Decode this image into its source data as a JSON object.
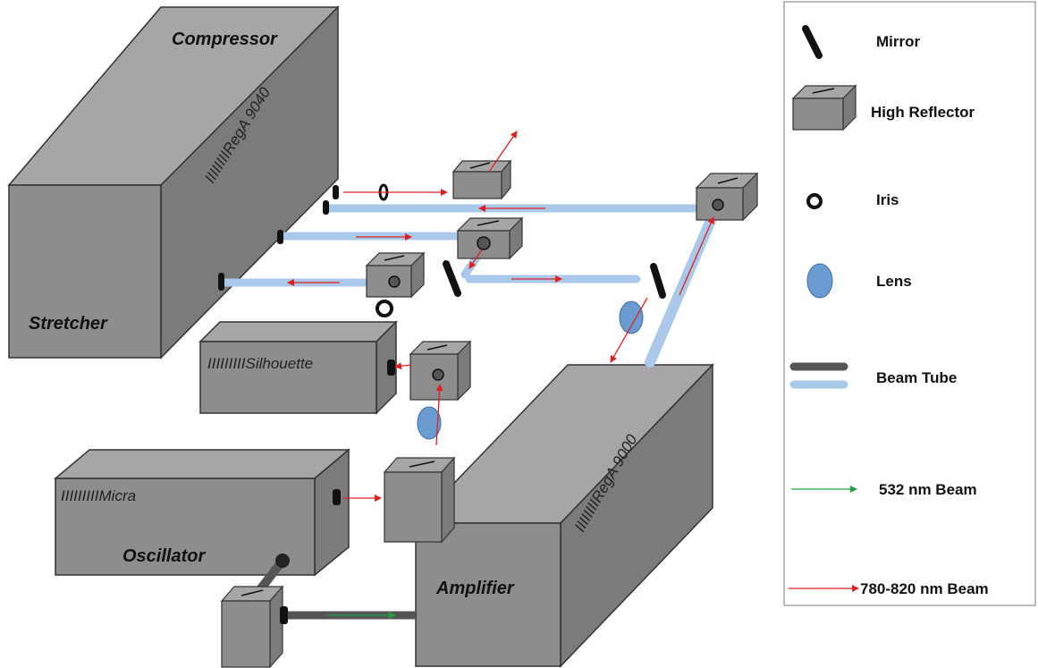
{
  "colors": {
    "box_front": "#8a8a8a",
    "box_top": "#a6a6a6",
    "box_side": "#6e6e6e",
    "beam_tube": "#a9c8ea",
    "beam_tube_dark": "#555555",
    "red_beam": "#e02020",
    "green_beam": "#20a040",
    "lens": "#6a9bd1"
  },
  "units": {
    "compressor_label": "Compressor",
    "stretcher_label": "Stretcher",
    "rega9040_label": "IIIIIIIIRegA 9040",
    "silhouette_label": "IIIIIIIIISilhouette",
    "micra_label": "IIIIIIIIIMicra",
    "oscillator_label": "Oscillator",
    "rega9000_label": "IIIIIIIIRegA 9000",
    "amplifier_label": "Amplifier"
  },
  "legend": {
    "items": [
      {
        "label": "Mirror",
        "icon": "mirror-icon"
      },
      {
        "label": "High Reflector",
        "icon": "high-reflector-icon"
      },
      {
        "label": "Iris",
        "icon": "iris-icon"
      },
      {
        "label": "Lens",
        "icon": "lens-icon"
      },
      {
        "label": "Beam Tube",
        "icon": "beam-tube-icon"
      },
      {
        "label": "532 nm  Beam",
        "icon": "green-beam-icon"
      },
      {
        "label": "780-820 nm  Beam",
        "icon": "red-beam-icon"
      }
    ]
  }
}
